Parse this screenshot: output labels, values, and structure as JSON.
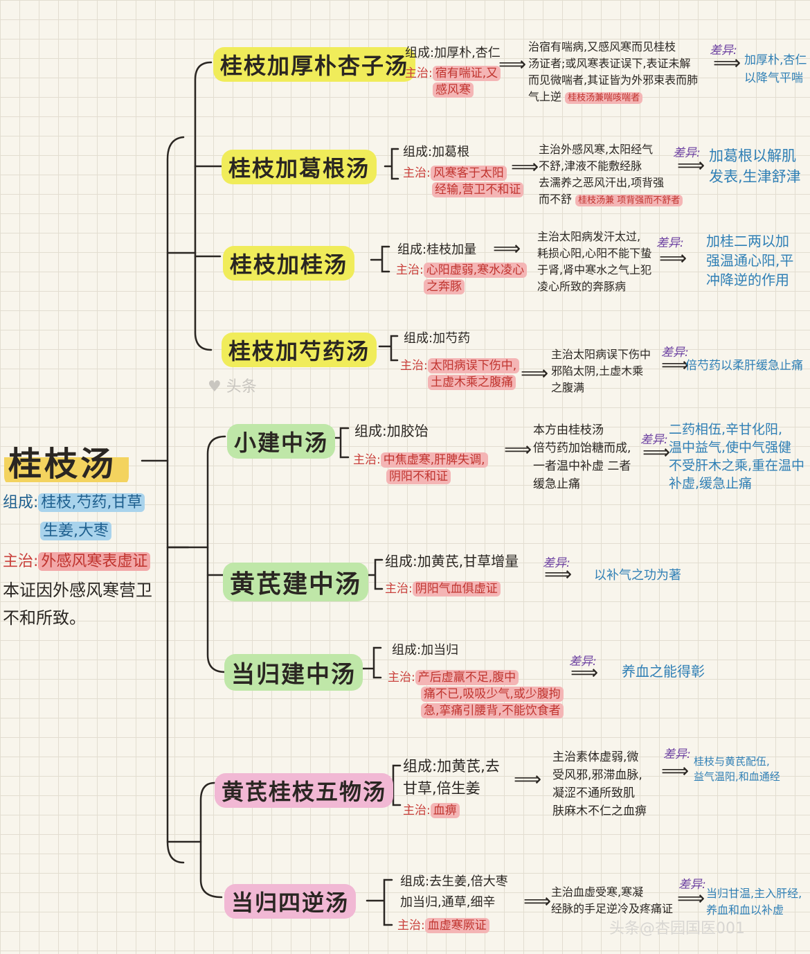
{
  "root": {
    "title": "桂枝汤",
    "comp_label": "组成:",
    "comp_line1": "桂枝,芍药,甘草",
    "comp_line2": "生姜,大枣",
    "main_label": "主治:",
    "main_value": "外感风寒表虚证",
    "note_line1": "本证因外感风寒营卫",
    "note_line2": "不和所致。"
  },
  "formulas": [
    {
      "title": "桂枝加厚朴杏子汤",
      "comp": "组成:加厚朴,杏仁",
      "main_label": "主治:",
      "main_1": "宿有喘证,又",
      "main_2": "感风寒",
      "desc": "治宿有喘病,又感风寒而见桂枝\n汤证者;或风寒表证误下,表证未解\n而见微喘者,其证皆为外邪束表而肺\n气上逆",
      "desc_tag": "桂枝汤兼喘咳喘者",
      "diff": "差异:",
      "result": "加厚朴,杏仁\n以降气平喘"
    },
    {
      "title": "桂枝加葛根汤",
      "comp": "组成:加葛根",
      "main_label": "主治:",
      "main_1": "风寒客于太阳",
      "main_2": "经输,营卫不和证",
      "desc": "主治外感风寒,太阳经气\n不舒,津液不能敷经脉\n去濡养之恶风汗出,项背强\n而不舒",
      "desc_tag": "桂枝汤兼 项背强而不舒者",
      "diff": "差异:",
      "result": "加葛根以解肌\n发表,生津舒津"
    },
    {
      "title": "桂枝加桂汤",
      "comp": "组成:桂枝加量",
      "main_label": "主治:",
      "main_1": "心阳虚弱,寒水凌心",
      "main_2": "之奔豚",
      "desc": "主治太阳病发汗太过,\n耗损心阳,心阳不能下蛰\n于肾,肾中寒水之气上犯\n凌心所致的奔豚病",
      "desc_tag": "",
      "diff": "差异:",
      "result": "加桂二两以加\n强温通心阳,平\n冲降逆的作用"
    },
    {
      "title": "桂枝加芍药汤",
      "comp": "组成:加芍药",
      "main_label": "主治:",
      "main_1": "太阳病误下伤中,",
      "main_2": "土虚木乘之腹痛",
      "desc": "主治太阳病误下伤中\n邪陷太阴,土虚木乘\n之腹满",
      "desc_tag": "",
      "diff": "差异:",
      "result": "倍芍药以柔肝缓急止痛"
    },
    {
      "title": "小建中汤",
      "comp": "组成:加胶饴",
      "main_label": "主治:",
      "main_1": "中焦虚寒,肝脾失调,",
      "main_2": "阴阳不和证",
      "desc": "本方由桂枝汤\n倍芍药加饴糖而成,\n一者温中补虚 二者\n缓急止痛",
      "desc_tag": "",
      "diff": "差异:",
      "result": "二药相伍,辛甘化阳,\n温中益气,使中气强健\n不受肝木之乘,重在温中\n补虚,缓急止痛"
    },
    {
      "title": "黄芪建中汤",
      "comp": "组成:加黄芪,甘草增量",
      "main_label": "主治:",
      "main_1": "阴阳气血俱虚证",
      "main_2": "",
      "desc": "",
      "desc_tag": "",
      "diff": "差异:",
      "result": "以补气之功为著"
    },
    {
      "title": "当归建中汤",
      "comp": "组成:加当归",
      "main_label": "主治:",
      "main_1": "产后虚羸不足,腹中",
      "main_2": "痛不已,吸吸少气,或少腹拘",
      "main_3": "急,挛痛引腰背,不能饮食者",
      "desc": "",
      "desc_tag": "",
      "diff": "差异:",
      "result": "养血之能得彰"
    },
    {
      "title": "黄芪桂枝五物汤",
      "comp": "组成:加黄芪,去\n甘草,倍生姜",
      "main_label": "主治:",
      "main_1": "血痹",
      "main_2": "",
      "desc": "主治素体虚弱,微\n受风邪,邪滞血脉,\n凝涩不通所致肌\n肤麻木不仁之血痹",
      "desc_tag": "",
      "diff": "差异:",
      "result": "桂枝与黄芪配伍,\n益气温阳,和血通经"
    },
    {
      "title": "当归四逆汤",
      "comp": "组成:去生姜,倍大枣\n加当归,通草,细辛",
      "main_label": "主治:",
      "main_1": "血虚寒厥证",
      "main_2": "",
      "desc": "主治血虚受寒,寒凝\n经脉的手足逆冷及疼痛证",
      "desc_tag": "",
      "diff": "差异:",
      "result": "当归甘温,主入肝经,\n养血和血以补虚"
    }
  ],
  "watermark": "头条@杏园国医001",
  "colors": {
    "highlight_yellow": "#f0ec5a",
    "highlight_green": "#bfe7a8",
    "highlight_pink": "#f1b8d4",
    "highlight_red": "#f4b5b5",
    "highlight_blue": "#a9d3ec",
    "result_blue": "#2f7fb5",
    "main_red": "#c9403b",
    "diff_purple": "#6b3fa0"
  }
}
